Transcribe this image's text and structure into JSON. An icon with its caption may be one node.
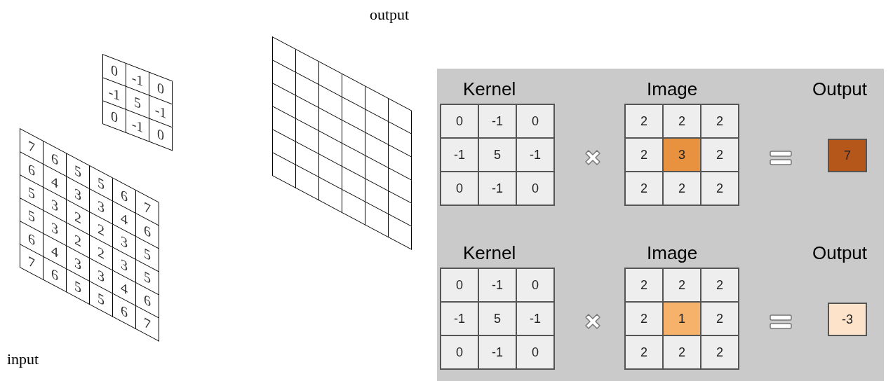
{
  "diagram": {
    "labels": [
      "output",
      "0",
      "-1",
      "0",
      "-1",
      "5",
      "-1",
      "0",
      "-1",
      "0",
      "7",
      "6",
      "5",
      "5",
      "6",
      "7",
      "6",
      "4",
      "3",
      "3",
      "4",
      "6",
      "5",
      "3",
      "2",
      "2",
      "3",
      "5",
      "5",
      "3",
      "2",
      "2",
      "3",
      "5",
      "6",
      "4",
      "3",
      "3",
      "4",
      "6",
      "7",
      "6",
      "5",
      "5",
      "6",
      "7",
      "input",
      "Kernel",
      "Image",
      "Output",
      "0",
      "-1",
      "0",
      "-1",
      "5",
      "-1",
      "0",
      "-1",
      "0",
      "2",
      "2",
      "2",
      "2",
      "3",
      "2",
      "2",
      "2",
      "2",
      "7",
      "Kernel",
      "Image",
      "Output",
      "0",
      "-1",
      "0",
      "-1",
      "5",
      "-1",
      "0",
      "-1",
      "0",
      "2",
      "2",
      "2",
      "2",
      "1",
      "2",
      "2",
      "2",
      "2",
      "-3"
    ]
  }
}
